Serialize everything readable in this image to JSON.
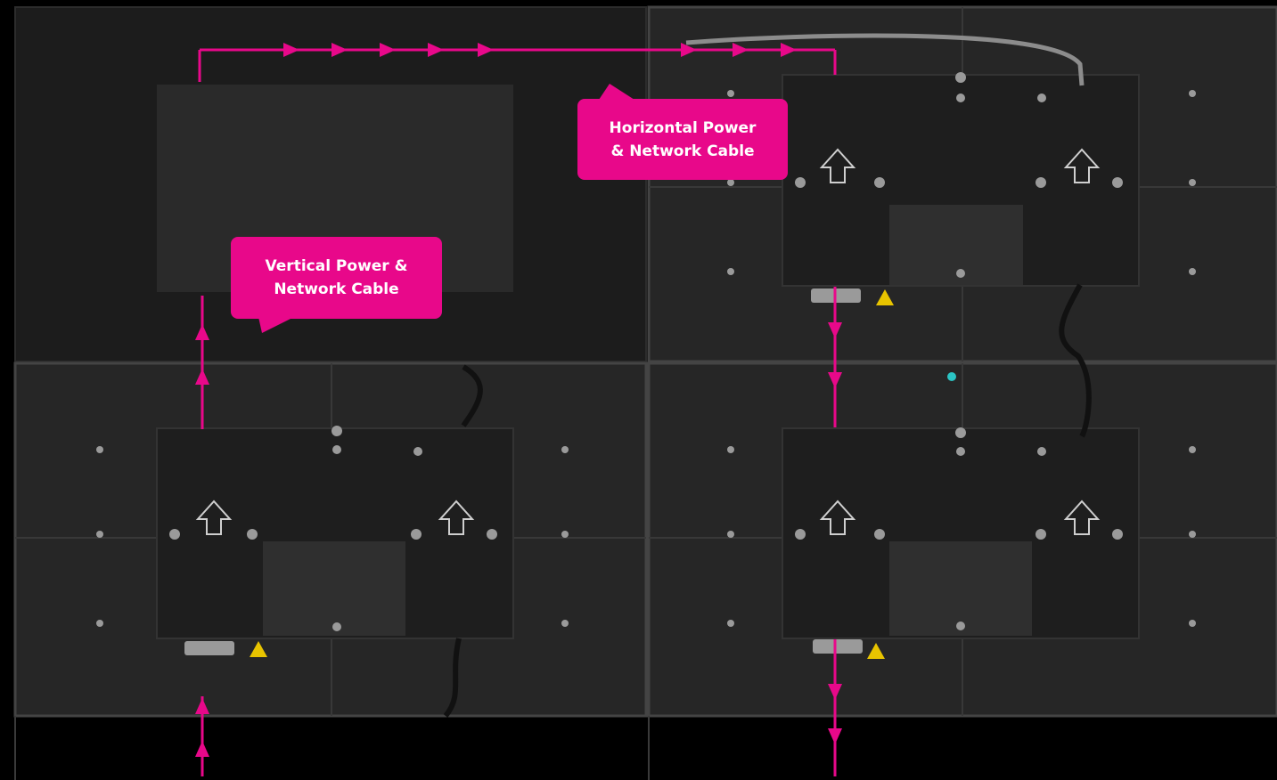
{
  "callouts": {
    "horizontal": {
      "line1": "Horizontal Power",
      "line2": "& Network Cable"
    },
    "vertical": {
      "line1": "Vertical Power &",
      "line2": "Network Cable"
    }
  },
  "colors": {
    "background": "#000000",
    "accent": "#e8088a",
    "panel": "#2b2b2b",
    "panel_dim": "#1e1e1e",
    "receiving_card": "#202020",
    "frame": "#3a3a3a"
  },
  "icons": [
    "up-arrow-icon",
    "warning-icon"
  ]
}
